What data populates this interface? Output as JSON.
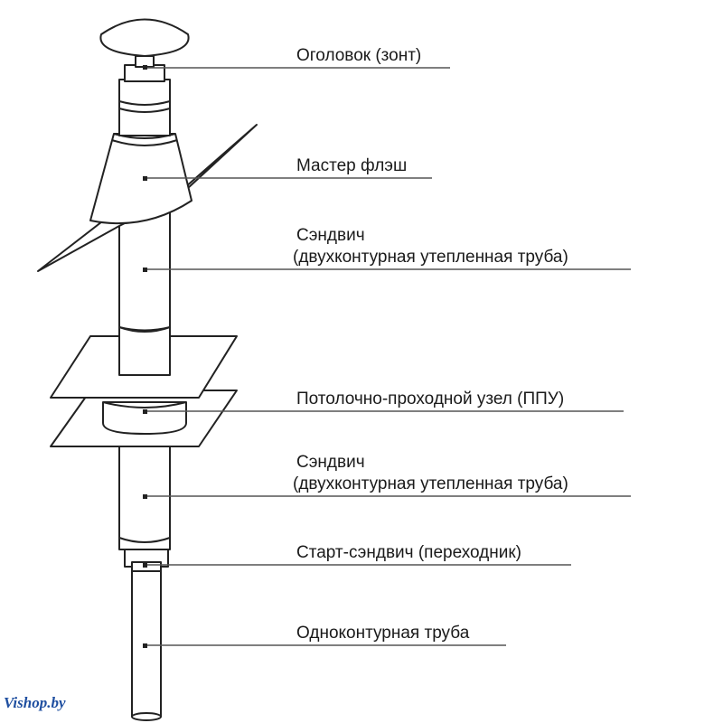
{
  "labels": {
    "cap": "Оголовок (зонт)",
    "master_flash": "Мастер флэш",
    "sandwich_top_1": "Сэндвич",
    "sandwich_top_2": "(двухконтурная утепленная труба)",
    "ceiling_unit": "Потолочно-проходной узел (ППУ)",
    "sandwich_bottom_1": "Сэндвич",
    "sandwich_bottom_2": "(двухконтурная утепленная труба)",
    "start_sandwich": "Старт-сэндвич (переходник)",
    "single_pipe": "Одноконтурная труба"
  },
  "watermark": "Vishop.by",
  "colors": {
    "stroke": "#222222",
    "text": "#1a1a1a",
    "watermark": "#1f4fa0",
    "background": "#ffffff"
  }
}
